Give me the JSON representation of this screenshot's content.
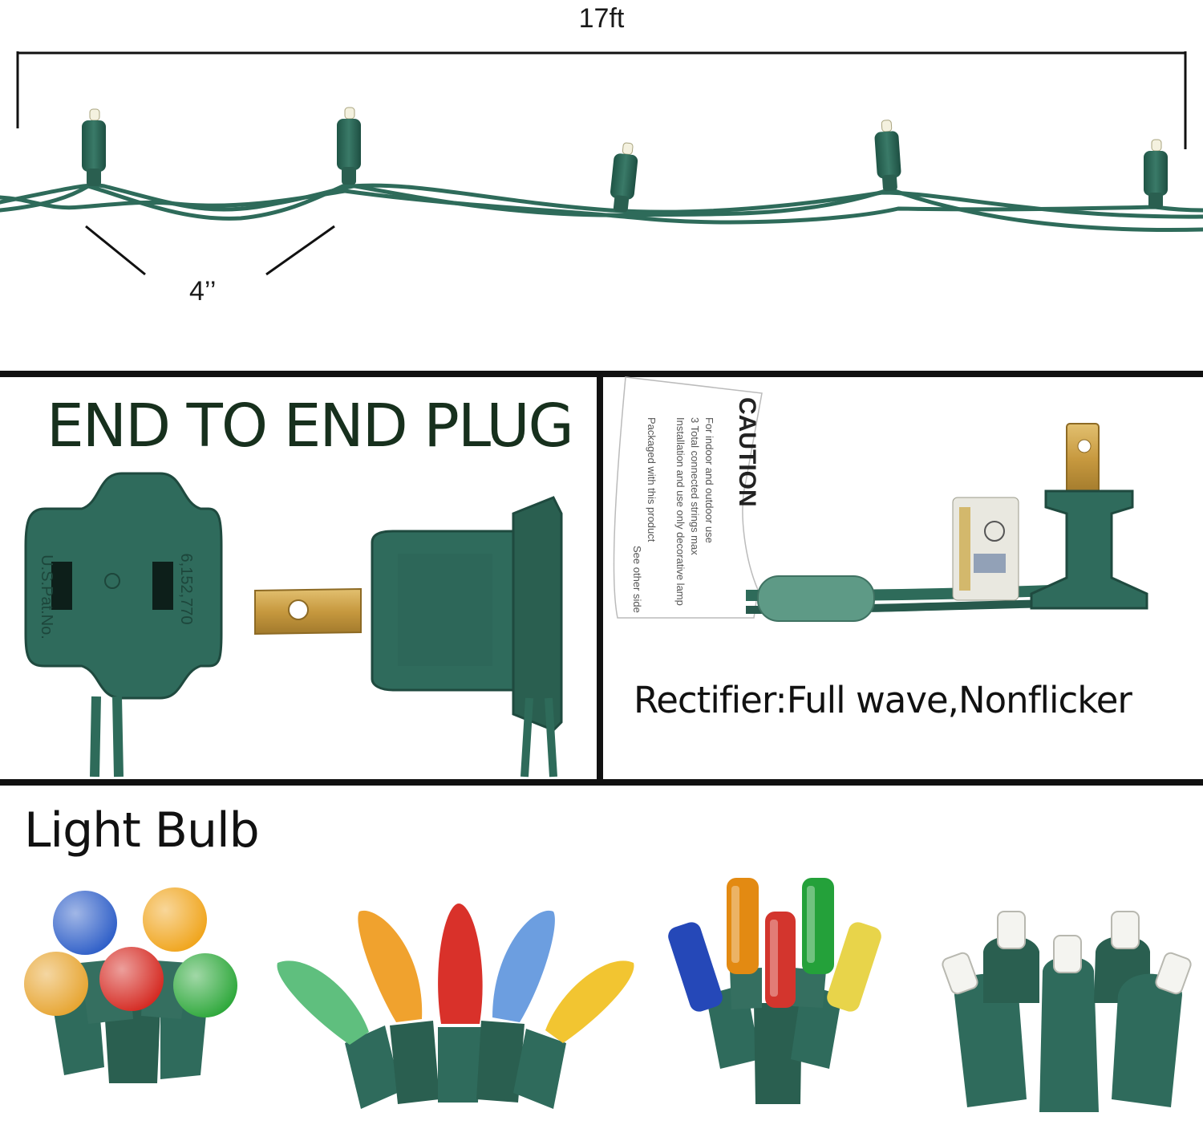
{
  "dimensions": {
    "string_length": "17ft",
    "bulb_spacing": "4’’"
  },
  "panels": {
    "plug": {
      "title": "END TO END PLUG",
      "socket_marking_top": "6,152,770",
      "socket_marking_bottom": "U.S.Pat.No."
    },
    "rectifier": {
      "caution_heading": "CAUTION",
      "caution_lines": [
        "For indoor and outdoor use",
        "3 Total connected strings max",
        "Installation and use only decorative lamp",
        "Packaged with this product",
        "See other side"
      ],
      "caption": "Rectifier:Full wave,Nonflicker"
    }
  },
  "bulbs": {
    "title": "Light Bulb",
    "types": [
      {
        "name": "g12-globe",
        "colors": [
          "#e7a531",
          "#2f5fc8",
          "#d52a22",
          "#f0a51d",
          "#2ea83b"
        ]
      },
      {
        "name": "c6-strawberry",
        "colors": [
          "#5fbf7e",
          "#f0a22e",
          "#d9312a",
          "#6c9ee0",
          "#f2c531"
        ]
      },
      {
        "name": "mini-incandescent",
        "colors": [
          "#2548b8",
          "#e38a12",
          "#d3352d",
          "#24a13a",
          "#e8d44a"
        ]
      },
      {
        "name": "5mm-wide-angle",
        "colors": [
          "#f4f4f0",
          "#f4f4f0",
          "#f4f4f0",
          "#f4f4f0",
          "#f4f4f0"
        ]
      }
    ]
  },
  "colors": {
    "wire_green": "#2e6b5a",
    "socket_green": "#2f6b5c",
    "frame_black": "#111111",
    "brass": "#c9a14a"
  }
}
